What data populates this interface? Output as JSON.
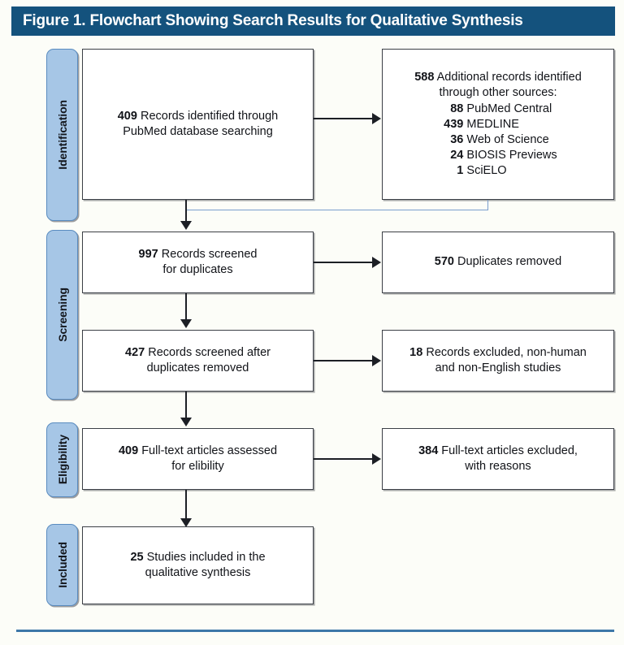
{
  "figure": {
    "title": "Figure 1. Flowchart Showing Search Results for Qualitative Synthesis",
    "title_bar_color": "#14527d",
    "tab_color": "#a6c6e6",
    "connector_color": "#1c1f25",
    "merge_connector_color": "#7a9ecd",
    "footer_rule_color": "#3d77a8",
    "background_color": "#fcfdf8"
  },
  "stages": [
    {
      "id": "identification",
      "label": "Identification"
    },
    {
      "id": "screening",
      "label": "Screening"
    },
    {
      "id": "eligibility",
      "label": "Eligibility"
    },
    {
      "id": "included",
      "label": "Included"
    }
  ],
  "boxes": {
    "records_pubmed": {
      "count": "409",
      "line1": "Records identified through",
      "line2": "PubMed database searching"
    },
    "additional_records": {
      "count": "588",
      "line1": "Additional records identified",
      "line2": "through other sources:",
      "sources": [
        {
          "count": "88",
          "name": "PubMed Central"
        },
        {
          "count": "439",
          "name": "MEDLINE"
        },
        {
          "count": "36",
          "name": "Web of Science"
        },
        {
          "count": "24",
          "name": "BIOSIS Previews"
        },
        {
          "count": "1",
          "name": "SciELO"
        }
      ]
    },
    "screened_duplicates": {
      "count": "997",
      "line1": "Records screened",
      "line2": "for duplicates"
    },
    "duplicates_removed": {
      "count": "570",
      "line1": "Duplicates removed",
      "line2": ""
    },
    "screened_after": {
      "count": "427",
      "line1": "Records screened after",
      "line2": "duplicates removed"
    },
    "records_excluded": {
      "count": "18",
      "line1": "Records excluded, non-human",
      "line2": "and non-English studies"
    },
    "fulltext_assessed": {
      "count": "409",
      "line1": "Full-text articles assessed",
      "line2": "for elibility"
    },
    "fulltext_excluded": {
      "count": "384",
      "line1": "Full-text articles excluded,",
      "line2": "with reasons"
    },
    "studies_included": {
      "count": "25",
      "line1": "Studies included in the",
      "line2": "qualitative synthesis"
    }
  },
  "chart_data": {
    "type": "diagram",
    "diagram_type": "prisma-flowchart",
    "title": "Figure 1. Flowchart Showing Search Results for Qualitative Synthesis",
    "nodes": [
      {
        "id": "records_pubmed",
        "stage": "Identification",
        "value": 409,
        "label": "Records identified through PubMed database searching"
      },
      {
        "id": "additional_records",
        "stage": "Identification",
        "value": 588,
        "label": "Additional records identified through other sources",
        "breakdown": [
          {
            "source": "PubMed Central",
            "value": 88
          },
          {
            "source": "MEDLINE",
            "value": 439
          },
          {
            "source": "Web of Science",
            "value": 36
          },
          {
            "source": "BIOSIS Previews",
            "value": 24
          },
          {
            "source": "SciELO",
            "value": 1
          }
        ]
      },
      {
        "id": "screened_duplicates",
        "stage": "Screening",
        "value": 997,
        "label": "Records screened for duplicates"
      },
      {
        "id": "duplicates_removed",
        "stage": "Screening",
        "value": 570,
        "label": "Duplicates removed"
      },
      {
        "id": "screened_after",
        "stage": "Screening",
        "value": 427,
        "label": "Records screened after duplicates removed"
      },
      {
        "id": "records_excluded",
        "stage": "Screening",
        "value": 18,
        "label": "Records excluded, non-human and non-English studies"
      },
      {
        "id": "fulltext_assessed",
        "stage": "Eligibility",
        "value": 409,
        "label": "Full-text articles assessed for elibility"
      },
      {
        "id": "fulltext_excluded",
        "stage": "Eligibility",
        "value": 384,
        "label": "Full-text articles excluded, with reasons"
      },
      {
        "id": "studies_included",
        "stage": "Included",
        "value": 25,
        "label": "Studies included in the qualitative synthesis"
      }
    ],
    "edges": [
      {
        "from": "records_pubmed",
        "to": "additional_records",
        "kind": "horizontal-arrow"
      },
      {
        "from": "records_pubmed",
        "to": "screened_duplicates",
        "kind": "vertical-arrow"
      },
      {
        "from": "additional_records",
        "to": "screened_duplicates",
        "kind": "merge"
      },
      {
        "from": "screened_duplicates",
        "to": "duplicates_removed",
        "kind": "horizontal-arrow"
      },
      {
        "from": "screened_duplicates",
        "to": "screened_after",
        "kind": "vertical-arrow"
      },
      {
        "from": "screened_after",
        "to": "records_excluded",
        "kind": "horizontal-arrow"
      },
      {
        "from": "screened_after",
        "to": "fulltext_assessed",
        "kind": "vertical-arrow"
      },
      {
        "from": "fulltext_assessed",
        "to": "fulltext_excluded",
        "kind": "horizontal-arrow"
      },
      {
        "from": "fulltext_assessed",
        "to": "studies_included",
        "kind": "vertical-arrow"
      }
    ]
  }
}
